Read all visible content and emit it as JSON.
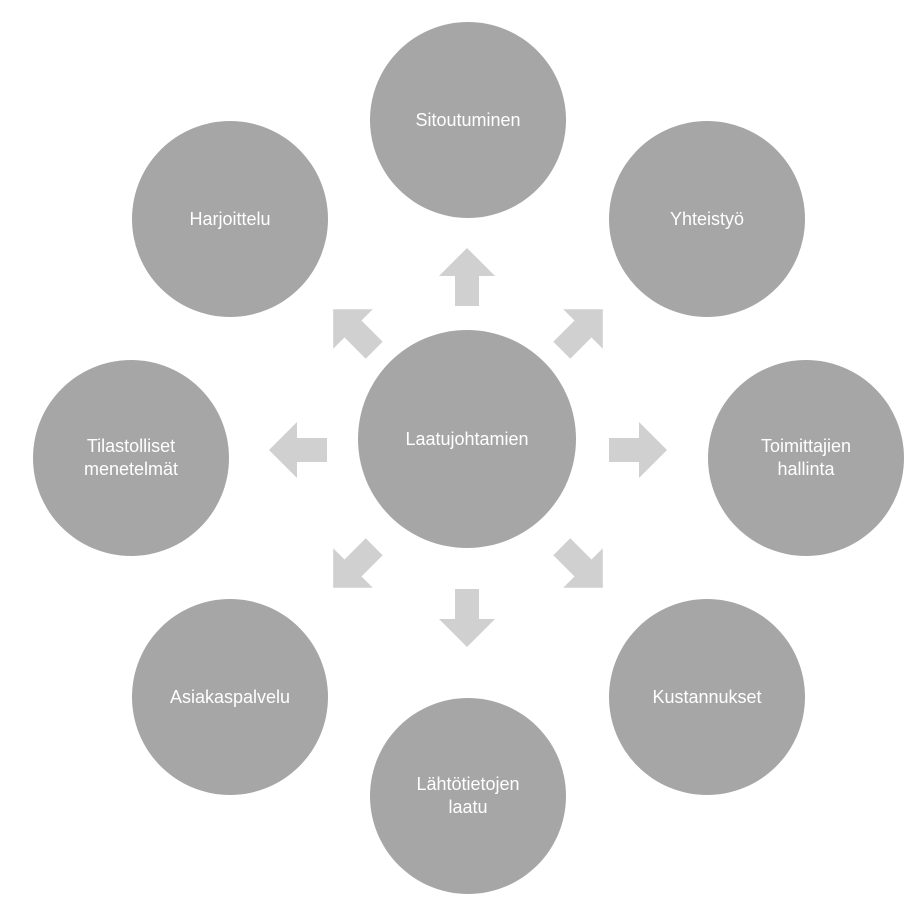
{
  "diagram": {
    "center": {
      "label": "Laatujohtamien"
    },
    "nodes": [
      {
        "id": "sitoutuminen",
        "label": "Sitoutuminen"
      },
      {
        "id": "yhteistyo",
        "label": "Yhteistyö"
      },
      {
        "id": "toimittajien-hallinta",
        "label": "Toimittajien\nhallinta"
      },
      {
        "id": "kustannukset",
        "label": "Kustannukset"
      },
      {
        "id": "lahtotietojen-laatu",
        "label": "Lähtötietojen\nlaatu"
      },
      {
        "id": "asiakaspalvelu",
        "label": "Asiakaspalvelu"
      },
      {
        "id": "tilastolliset-menetelmat",
        "label": "Tilastolliset\nmenetelmät"
      },
      {
        "id": "harjoittelu",
        "label": "Harjoittelu"
      }
    ],
    "colors": {
      "circle": "#a6a6a6",
      "arrow": "#d0d0d0",
      "text": "#ffffff",
      "background": "#ffffff"
    }
  }
}
